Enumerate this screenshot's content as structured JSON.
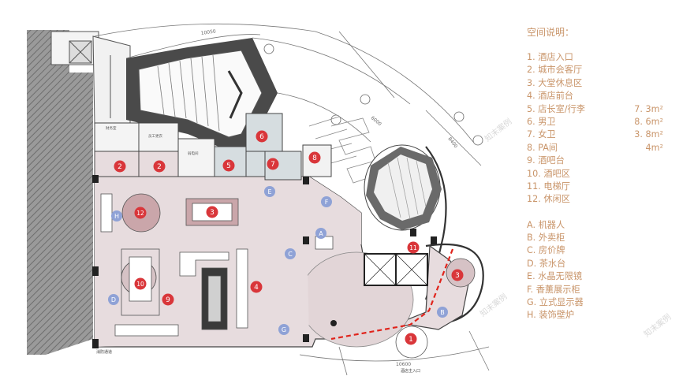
{
  "legend": {
    "title": "空间说明：",
    "rooms": [
      {
        "label": "1. 酒店入口",
        "area": ""
      },
      {
        "label": "2. 城市会客厅",
        "area": ""
      },
      {
        "label": "3. 大堂休息区",
        "area": ""
      },
      {
        "label": "4. 酒店前台",
        "area": ""
      },
      {
        "label": "5. 店长室/行李",
        "area": "7. 3m²"
      },
      {
        "label": "6. 男卫",
        "area": "8. 6m²"
      },
      {
        "label": "7. 女卫",
        "area": "3. 8m²"
      },
      {
        "label": "8. PA间",
        "area": "4m²"
      },
      {
        "label": "9. 酒吧台",
        "area": ""
      },
      {
        "label": "10. 酒吧区",
        "area": ""
      },
      {
        "label": "11. 电梯厅",
        "area": ""
      },
      {
        "label": "12. 休闲区",
        "area": ""
      }
    ],
    "fixtures": [
      {
        "label": "A. 机器人"
      },
      {
        "label": "B. 外卖柜"
      },
      {
        "label": "C. 房价牌"
      },
      {
        "label": "D. 茶水台"
      },
      {
        "label": "E. 水晶无限镜"
      },
      {
        "label": "F. 香薰展示柜"
      },
      {
        "label": "G. 立式显示器"
      },
      {
        "label": "H. 装饰壁炉"
      }
    ]
  },
  "markers": {
    "rooms": [
      "1",
      "2",
      "2",
      "3",
      "4",
      "5",
      "6",
      "7",
      "8",
      "9",
      "10",
      "11",
      "12",
      "3"
    ],
    "fixtures": [
      "A",
      "B",
      "C",
      "D",
      "E",
      "F",
      "G",
      "H"
    ]
  },
  "dimensions": {
    "top": "10050",
    "bottom": "10600",
    "side_a": "8400",
    "side_b": "6000"
  },
  "small_text": {
    "bottom_left": "消防通道",
    "bottom_right": "酒店主入口",
    "room_a": "财务室",
    "room_b": "员工更衣",
    "room_c": "弱电间",
    "wm_1": "知末案例",
    "wm_2": "知末案例",
    "wm_3": "知末案例"
  },
  "colors": {
    "legend_text": "#c9956a",
    "floor": "#e7dcde",
    "marker_red": "#d9363a",
    "marker_blue": "#8fa2d6",
    "route": "#e0241c"
  }
}
